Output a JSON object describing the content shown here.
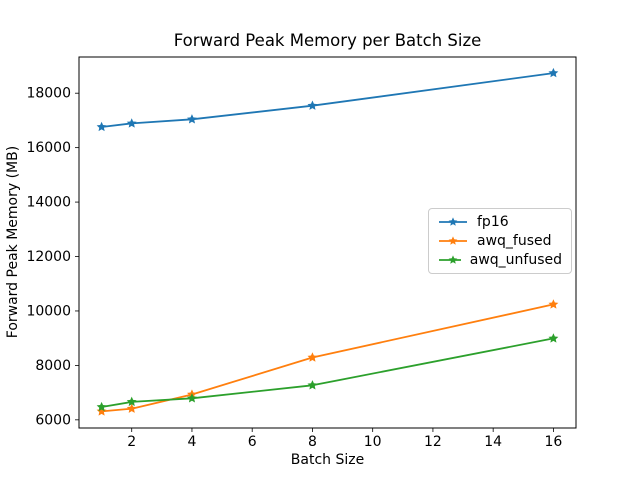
{
  "chart_data": {
    "type": "line",
    "title": "Forward Peak Memory per Batch Size",
    "xlabel": "Batch Size",
    "ylabel": "Forward Peak Memory (MB)",
    "x": [
      1,
      2,
      4,
      8,
      16
    ],
    "series": [
      {
        "name": "fp16",
        "color": "#1f77b4",
        "marker": "star",
        "values": [
          16760,
          16890,
          17040,
          17540,
          18740
        ]
      },
      {
        "name": "awq_fused",
        "color": "#ff7f0e",
        "marker": "star",
        "values": [
          6310,
          6410,
          6930,
          8290,
          10240
        ]
      },
      {
        "name": "awq_unfused",
        "color": "#2ca02c",
        "marker": "star",
        "values": [
          6470,
          6660,
          6790,
          7270,
          8990
        ]
      }
    ],
    "xlim": [
      0.25,
      16.75
    ],
    "ylim": [
      5700,
      19330
    ],
    "xticks": [
      2,
      4,
      6,
      8,
      10,
      12,
      14,
      16
    ],
    "yticks": [
      6000,
      8000,
      10000,
      12000,
      14000,
      16000,
      18000
    ],
    "grid": false,
    "legend_position": "center-right",
    "background_color": "#ffffff",
    "spine_color": "#000000",
    "text_color": "#000000"
  }
}
